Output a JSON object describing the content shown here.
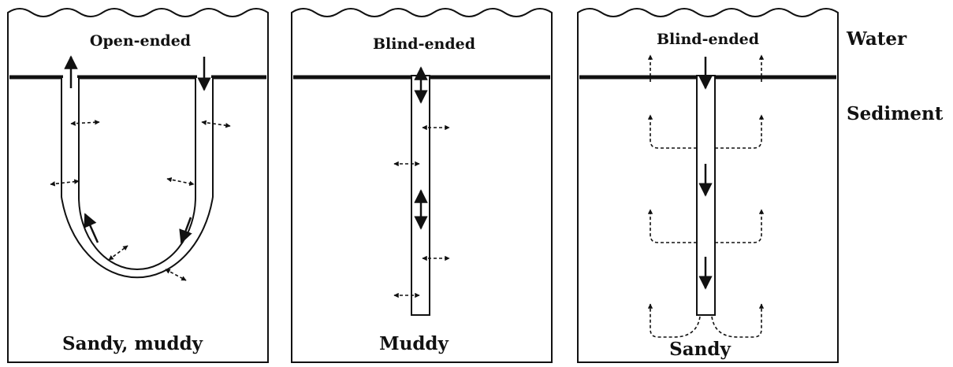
{
  "panels": [
    {
      "title": "Open-ended",
      "bottom_label": "Sandy, muddy"
    },
    {
      "title": "Blind-ended",
      "bottom_label": "Muddy"
    },
    {
      "title": "Blind-ended",
      "bottom_label": "Sandy"
    }
  ],
  "side_labels": {
    "water": "Water",
    "sediment": "Sediment"
  }
}
